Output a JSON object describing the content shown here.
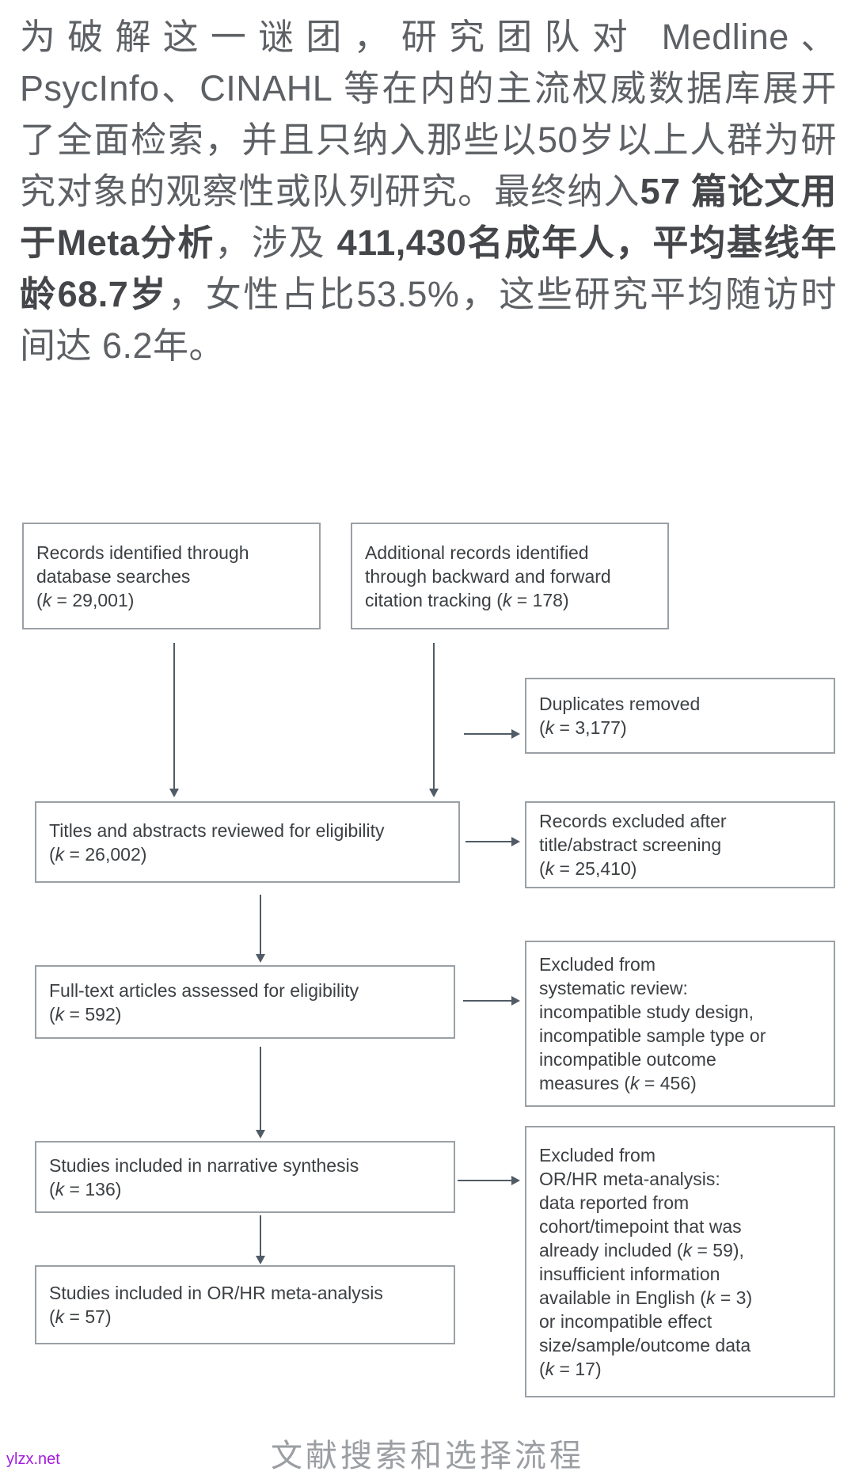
{
  "colors": {
    "background": "#ffffff",
    "intro_text": "#5d6064",
    "intro_bold_text": "#44464a",
    "box_border": "#9aa0a6",
    "box_text": "#3c4043",
    "arrow": "#505b66",
    "caption_text": "#9b9ea2",
    "watermark_text": "#a31be0"
  },
  "intro": {
    "segments": [
      {
        "t": "为破解这一谜团，研究团队对 Medline、PsycInfo、CINAHL 等在内的主流权威数据库展开了全面检索，并且只纳入那些以50岁以上人群为研究对象的观察性或队列研究。最终纳入"
      },
      {
        "t": "57 篇论文用于Meta分析",
        "b": true
      },
      {
        "t": "，涉及 "
      },
      {
        "t": "411,430名成年人，平均基线年龄68.7岁",
        "b": true
      },
      {
        "t": "，女性占比53.5%，这些研究平均随访时间达 6.2年。"
      }
    ]
  },
  "flowchart": {
    "boxes": {
      "records_identified": {
        "segments": [
          {
            "t": "Records identified through database searches\n("
          },
          {
            "t": "k",
            "i": true
          },
          {
            "t": " = 29,001)"
          }
        ]
      },
      "additional_records": {
        "segments": [
          {
            "t": "Additional records identified through backward and forward citation tracking ("
          },
          {
            "t": "k",
            "i": true
          },
          {
            "t": " = 178)"
          }
        ]
      },
      "duplicates_removed": {
        "segments": [
          {
            "t": "Duplicates removed\n("
          },
          {
            "t": "k",
            "i": true
          },
          {
            "t": " = 3,177)"
          }
        ]
      },
      "titles_abstracts": {
        "segments": [
          {
            "t": "Titles and abstracts reviewed for eligibility\n("
          },
          {
            "t": "k",
            "i": true
          },
          {
            "t": " = 26,002)"
          }
        ]
      },
      "records_excluded": {
        "segments": [
          {
            "t": "Records excluded after title/abstract screening\n("
          },
          {
            "t": "k",
            "i": true
          },
          {
            "t": " = 25,410)"
          }
        ]
      },
      "full_text": {
        "segments": [
          {
            "t": "Full-text articles assessed for eligibility\n("
          },
          {
            "t": "k",
            "i": true
          },
          {
            "t": " = 592)"
          }
        ]
      },
      "excluded_systematic": {
        "segments": [
          {
            "t": "Excluded from\nsystematic review:\nincompatible study design,\nincompatible sample type or\nincompatible outcome\nmeasures ("
          },
          {
            "t": "k",
            "i": true
          },
          {
            "t": " = 456)"
          }
        ]
      },
      "narrative_synthesis": {
        "segments": [
          {
            "t": "Studies included in narrative synthesis\n("
          },
          {
            "t": "k",
            "i": true
          },
          {
            "t": " = 136)"
          }
        ]
      },
      "excluded_meta": {
        "segments": [
          {
            "t": "Excluded from\nOR/HR meta-analysis:\ndata reported from\ncohort/timepoint that was\nalready included ("
          },
          {
            "t": "k",
            "i": true
          },
          {
            "t": " = 59),\ninsufficient information\navailable in English ("
          },
          {
            "t": "k",
            "i": true
          },
          {
            "t": " = 3)\nor incompatible effect\nsize/sample/outcome data\n("
          },
          {
            "t": "k",
            "i": true
          },
          {
            "t": " = 17)"
          }
        ]
      },
      "meta_analysis": {
        "segments": [
          {
            "t": "Studies included in OR/HR meta-analysis\n("
          },
          {
            "t": "k",
            "i": true
          },
          {
            "t": " = 57)"
          }
        ]
      }
    },
    "caption": "文献搜索和选择流程"
  },
  "watermark": {
    "text": "ylzx.net"
  }
}
